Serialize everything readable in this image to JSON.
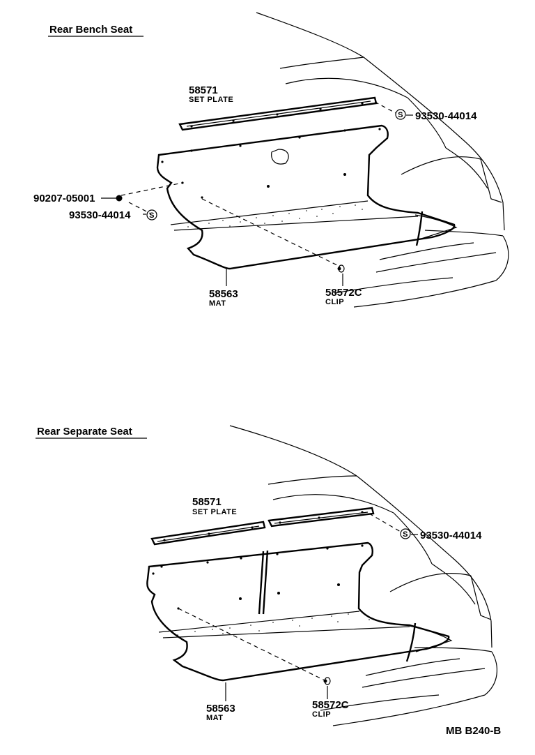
{
  "diagrams": [
    {
      "title": "Rear Bench Seat",
      "parts": {
        "set_plate_number": "58571",
        "set_plate_name": "SET PLATE",
        "screw_right": "93530-44014",
        "washer_left": "90207-05001",
        "screw_left": "93530-44014",
        "mat_number": "58563",
        "mat_name": "MAT",
        "clip_number": "58572C",
        "clip_name": "CLIP"
      }
    },
    {
      "title": "Rear Separate Seat",
      "parts": {
        "set_plate_number": "58571",
        "set_plate_name": "SET PLATE",
        "screw_right": "93530-44014",
        "mat_number": "58563",
        "mat_name": "MAT",
        "clip_number": "58572C",
        "clip_name": "CLIP"
      }
    }
  ],
  "screw_symbol": "S",
  "figure_code": "MB B240-B"
}
